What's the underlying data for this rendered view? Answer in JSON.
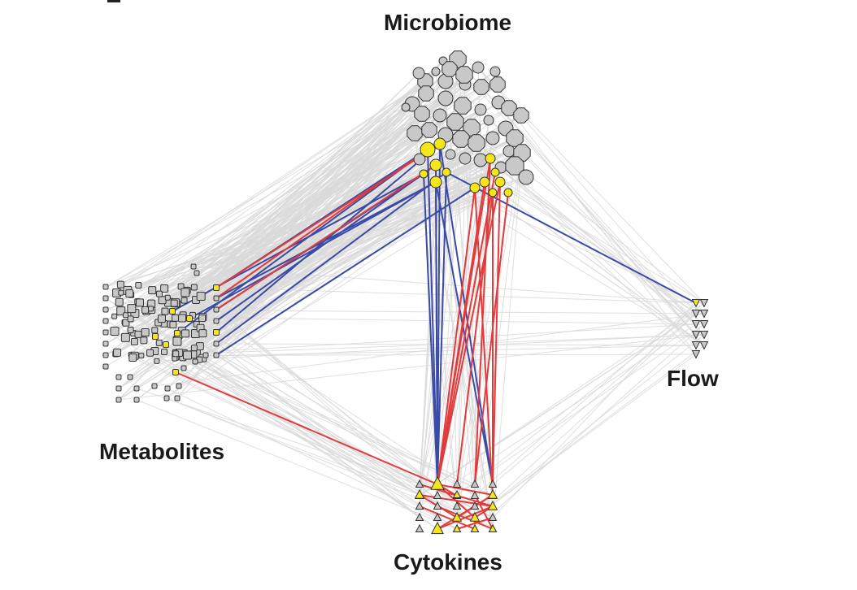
{
  "labels": {
    "microbiome": "Microbiome",
    "metabolites": "Metabolites",
    "flow": "Flow",
    "cytokines": "Cytokines"
  },
  "colors": {
    "background": "#ffffff",
    "node_default": "#c8c8c8",
    "node_highlight": "#f5e61a",
    "node_stroke": "#333333",
    "edge_background": "#d9d9d9",
    "edge_negative": "#3a4aa6",
    "edge_positive": "#e23b3b"
  },
  "node_shapes": {
    "microbiome": "circle",
    "metabolites": "square",
    "flow": "down-triangle",
    "cytokines": "up-triangle"
  }
}
